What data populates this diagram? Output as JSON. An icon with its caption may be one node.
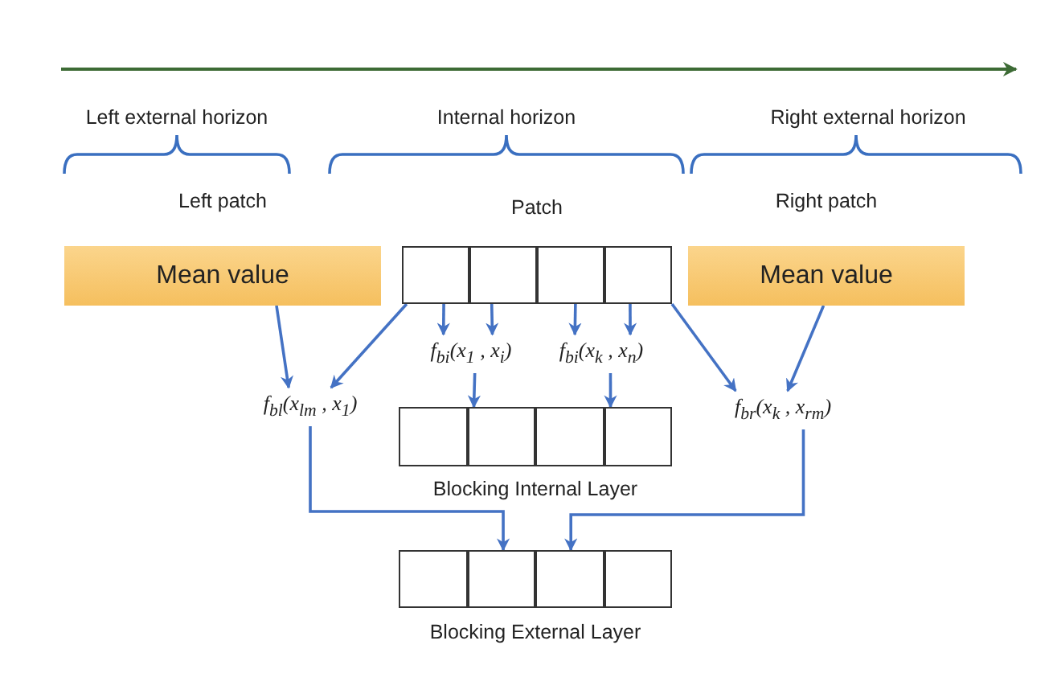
{
  "diagram": {
    "nodes": [
      {
        "text": [
          "Left patch",
          "Mean value"
        ]
      },
      {
        "text": [
          "Patch"
        ]
      },
      {
        "text": [],
        "shape": "box",
        "in": 1
      },
      {
        "text": [],
        "shape": "box",
        "in": 1
      },
      {
        "text": [],
        "shape": "box",
        "in": 1
      },
      {
        "text": [],
        "shape": "box",
        "in": 1
      },
      {
        "text": [
          "Right patch",
          "Mean value"
        ]
      },
      {
        "text": [
          "f$_{bl}$(x$_{lm}$ , x$_{1}$)"
        ]
      },
      {
        "text": [
          "f$_{bi}$(x$_{1}$ , x$_{i}$)"
        ]
      },
      {
        "text": [
          "f$_{bi}$(x$_{k}$ , x$_{n}$)"
        ]
      },
      {
        "text": [
          "f$_{br}$(x$_{k}$ , x$_{rm}$)"
        ]
      },
      {
        "text": [
          "Blocking Internal Layer"
        ]
      },
      {
        "text": [],
        "shape": "box",
        "in": 11
      },
      {
        "text": [],
        "shape": "box",
        "in": 11
      },
      {
        "text": [],
        "shape": "box",
        "in": 11
      },
      {
        "text": [],
        "shape": "box",
        "in": 11
      },
      {
        "text": [
          "Blocking External Layer"
        ]
      },
      {
        "text": [],
        "shape": "box",
        "in": 16
      },
      {
        "text": [],
        "shape": "box",
        "in": 16
      },
      {
        "text": [],
        "shape": "box",
        "in": 16
      },
      {
        "text": [],
        "shape": "box",
        "in": 16
      }
    ],
    "edges": [
      {
        "from": 0,
        "to": 7,
        "arrow": "to"
      },
      {
        "from": 2,
        "to": 7,
        "arrow": "to"
      },
      {
        "from": 2,
        "to": 8,
        "arrow": "to"
      },
      {
        "from": 3,
        "to": 8,
        "arrow": "to"
      },
      {
        "from": 4,
        "to": 9,
        "arrow": "to"
      },
      {
        "from": 5,
        "to": 9,
        "arrow": "to"
      },
      {
        "from": 5,
        "to": 10,
        "arrow": "to"
      },
      {
        "from": 6,
        "to": 10,
        "arrow": "to"
      },
      {
        "from": 8,
        "to": 13,
        "arrow": "to"
      },
      {
        "from": 9,
        "to": 15,
        "arrow": "to"
      },
      {
        "from": 7,
        "to": 18,
        "arrow": "to"
      },
      {
        "from": 10,
        "to": 19,
        "arrow": "to"
      }
    ],
    "labels": [
      "Left external horizon",
      "Internal horizon",
      "Right external horizon"
    ]
  }
}
